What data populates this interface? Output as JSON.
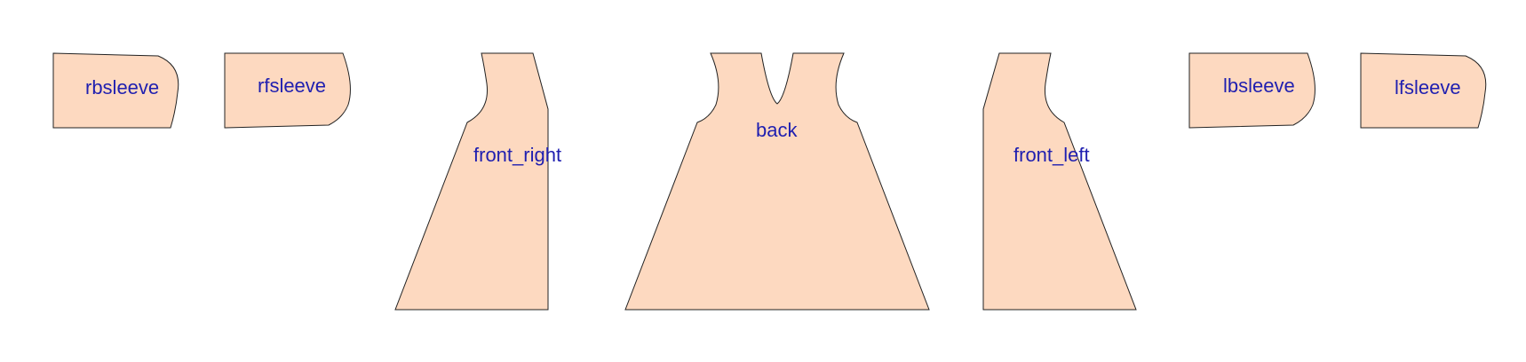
{
  "colors": {
    "background": "#ffffff",
    "piece_fill": "#fdd9c0",
    "outline": "#222222",
    "label": "#1f1fb0"
  },
  "pieces": {
    "rbsleeve": "rbsleeve",
    "rfsleeve": "rfsleeve",
    "front_right": "front_right",
    "back": "back",
    "front_left": "front_left",
    "lbsleeve": "lbsleeve",
    "lfsleeve": "lfsleeve"
  }
}
